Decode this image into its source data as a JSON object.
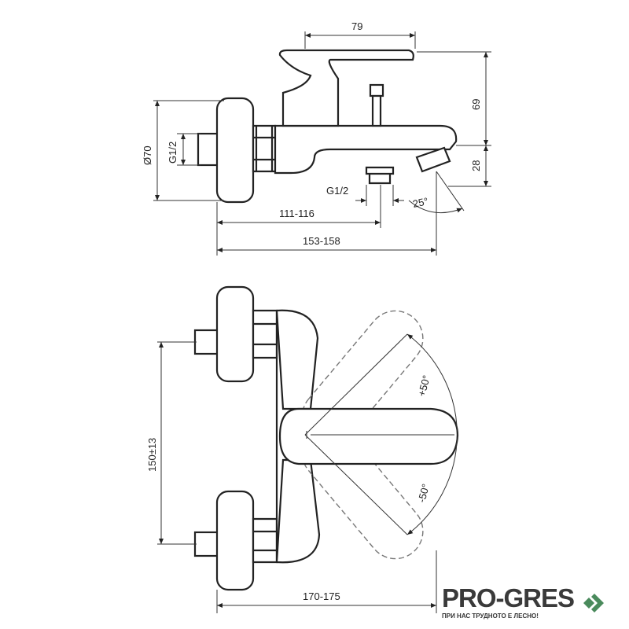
{
  "side_view": {
    "dim_lever_length": "79",
    "dim_height_upper": "69",
    "dim_height_lower": "28",
    "dim_flange_diameter": "Ø70",
    "dim_inlet_thread": "G1/2",
    "dim_outlet_thread": "G1/2",
    "dim_outlet_distance": "111-116",
    "dim_spout_projection": "153-158",
    "dim_spout_angle": "25°"
  },
  "top_view": {
    "dim_inlet_spacing": "150±13",
    "dim_total_projection": "170-175",
    "dim_lever_plus": "+50°",
    "dim_lever_minus": "-50°"
  },
  "logo": {
    "name": "PRO-GRES",
    "tagline": "ПРИ НАС ТРУДНОТО Е ЛЕСНО!",
    "accent_color": "#4a8a5c"
  }
}
